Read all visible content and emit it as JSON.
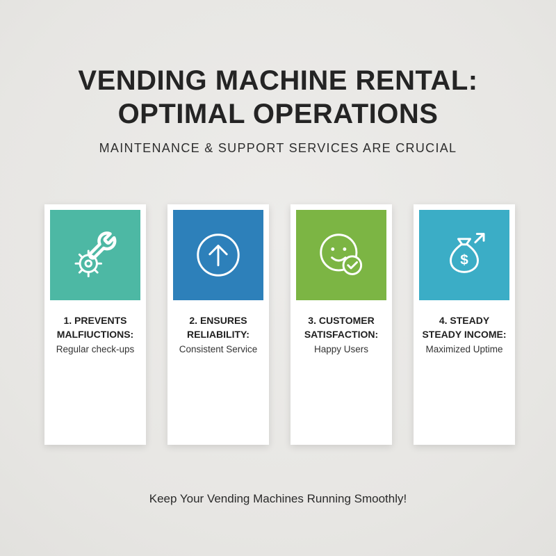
{
  "page": {
    "background_color": "#e9e8e5",
    "title_line1": "VENDING MACHINE RENTAL:",
    "title_line2": "OPTIMAL OPERATIONS",
    "subtitle": "MAINTENANCE & SUPPORT SERVICES ARE CRUCIAL",
    "footer": "Keep Your Vending Machines Running Smoothly!"
  },
  "cards": [
    {
      "icon": "wrench-gear-icon",
      "color": "#4db8a4",
      "heading_line1": "1. PREVENTS",
      "heading_line2": "MALFIUCTIONS:",
      "subtext": "Regular check-ups"
    },
    {
      "icon": "arrow-up-circle-icon",
      "color": "#2d80ba",
      "heading_line1": "2. ENSURES",
      "heading_line2": "RELIABILITY:",
      "subtext": "Consistent Service"
    },
    {
      "icon": "smiley-check-icon",
      "color": "#7cb544",
      "heading_line1": "3. CUSTOMER",
      "heading_line2": "SATISFACTION:",
      "subtext": "Happy Users"
    },
    {
      "icon": "money-bag-icon",
      "color": "#3badc6",
      "heading_line1": "4. STEADY",
      "heading_line2": "STEADY INCOME:",
      "subtext": "Maximized Uptime"
    }
  ]
}
